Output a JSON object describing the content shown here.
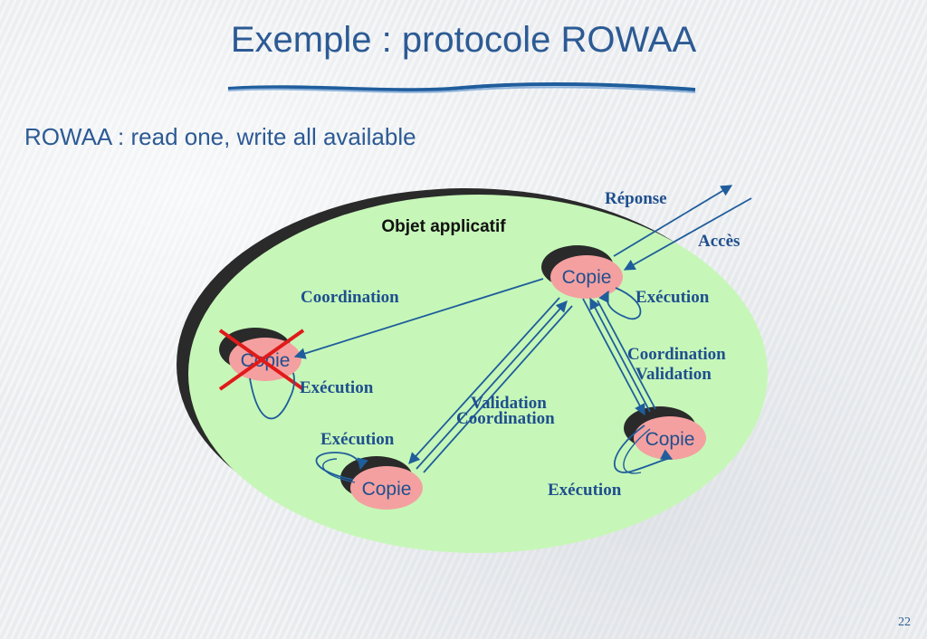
{
  "slide": {
    "title": "Exemple : protocole ROWAA",
    "subtitle": "ROWAA : read one, write all available",
    "page_number": "22"
  },
  "diagram": {
    "container_label": "Objet applicatif",
    "nodes": [
      {
        "id": "copie-top",
        "label": "Copie"
      },
      {
        "id": "copie-left-failed",
        "label": "Copie",
        "failed": true
      },
      {
        "id": "copie-bottom-left",
        "label": "Copie"
      },
      {
        "id": "copie-right",
        "label": "Copie"
      }
    ],
    "labels": {
      "reponse": "Réponse",
      "acces": "Accès",
      "coordination_left": "Coordination",
      "execution_top": "Exécution",
      "execution_failed": "Exécution",
      "coordination_right": "Coordination",
      "validation_right": "Validation",
      "validation_center": "Validation",
      "coordination_center": "Coordination",
      "execution_bottom_left": "Exécution",
      "execution_bottom_right": "Exécution"
    },
    "colors": {
      "ellipse_fill": "#c6f7b8",
      "node_fill": "#f4a0a0",
      "arrow": "#1f5d9c",
      "cross": "#e01a1a",
      "text": "#1f4f8e"
    }
  }
}
